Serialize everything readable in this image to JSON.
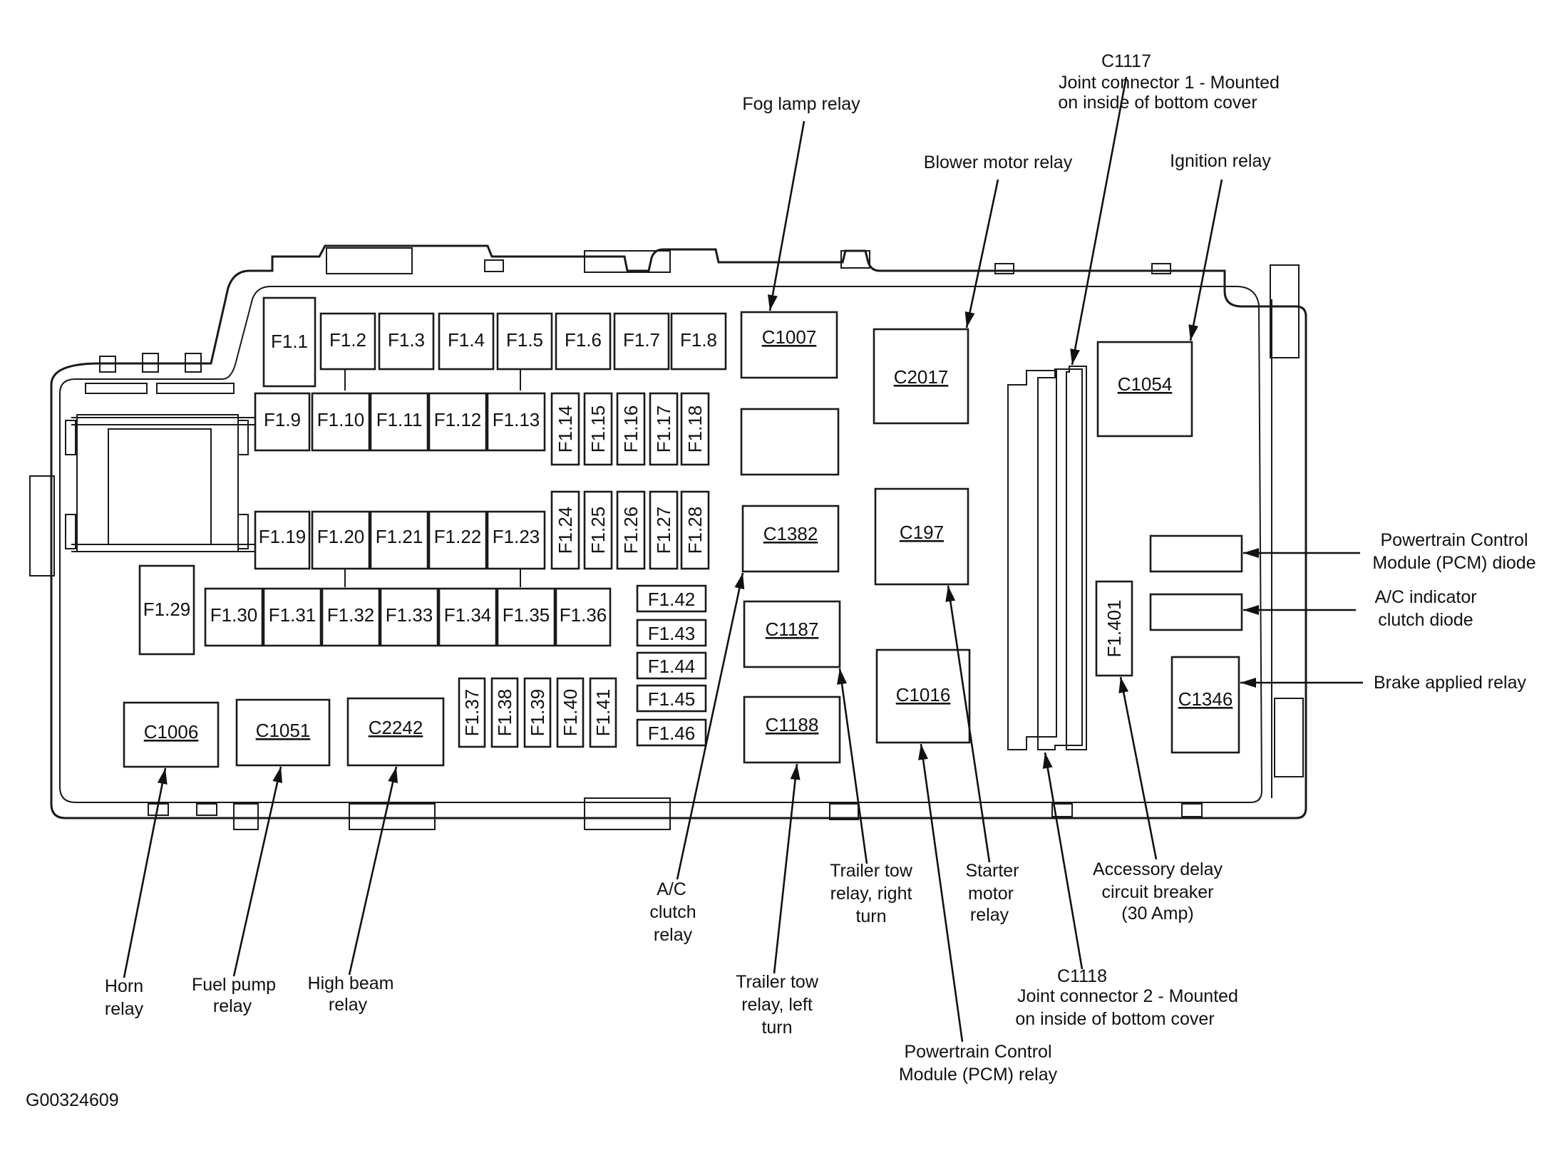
{
  "figure_id": "G00324609",
  "fuses": {
    "f1_1": "F1.1",
    "f1_2": "F1.2",
    "f1_3": "F1.3",
    "f1_4": "F1.4",
    "f1_5": "F1.5",
    "f1_6": "F1.6",
    "f1_7": "F1.7",
    "f1_8": "F1.8",
    "f1_9": "F1.9",
    "f1_10": "F1.10",
    "f1_11": "F1.11",
    "f1_12": "F1.12",
    "f1_13": "F1.13",
    "f1_14": "F1.14",
    "f1_15": "F1.15",
    "f1_16": "F1.16",
    "f1_17": "F1.17",
    "f1_18": "F1.18",
    "f1_19": "F1.19",
    "f1_20": "F1.20",
    "f1_21": "F1.21",
    "f1_22": "F1.22",
    "f1_23": "F1.23",
    "f1_24": "F1.24",
    "f1_25": "F1.25",
    "f1_26": "F1.26",
    "f1_27": "F1.27",
    "f1_28": "F1.28",
    "f1_29": "F1.29",
    "f1_30": "F1.30",
    "f1_31": "F1.31",
    "f1_32": "F1.32",
    "f1_33": "F1.33",
    "f1_34": "F1.34",
    "f1_35": "F1.35",
    "f1_36": "F1.36",
    "f1_37": "F1.37",
    "f1_38": "F1.38",
    "f1_39": "F1.39",
    "f1_40": "F1.40",
    "f1_41": "F1.41",
    "f1_42": "F1.42",
    "f1_43": "F1.43",
    "f1_44": "F1.44",
    "f1_45": "F1.45",
    "f1_46": "F1.46",
    "f1_401": "F1.401"
  },
  "connectors": {
    "c1007": "C1007",
    "c1382": "C1382",
    "c1187": "C1187",
    "c1188": "C1188",
    "c2017": "C2017",
    "c197": "C197",
    "c1016": "C1016",
    "c1054": "C1054",
    "c1346": "C1346",
    "c1006": "C1006",
    "c1051": "C1051",
    "c2242": "C2242"
  },
  "labels": {
    "c1117_title": "C1117",
    "c1117_line1": "Joint connector 1 - Mounted",
    "c1117_line2": "on inside of bottom cover",
    "fog_lamp": "Fog lamp relay",
    "blower": "Blower motor relay",
    "ignition": "Ignition relay",
    "pcm_diode_1": "Powertrain Control",
    "pcm_diode_2": "Module (PCM) diode",
    "ac_ind_1": "A/C indicator",
    "ac_ind_2": "clutch diode",
    "brake": "Brake applied relay",
    "horn_1": "Horn",
    "horn_2": "relay",
    "fuel_1": "Fuel pump",
    "fuel_2": "relay",
    "high_1": "High beam",
    "high_2": "relay",
    "ac_clutch_1": "A/C",
    "ac_clutch_2": "clutch",
    "ac_clutch_3": "relay",
    "tt_left_1": "Trailer tow",
    "tt_left_2": "relay, left",
    "tt_left_3": "turn",
    "tt_right_1": "Trailer tow",
    "tt_right_2": "relay, right",
    "tt_right_3": "turn",
    "pcm_relay_1": "Powertrain Control",
    "pcm_relay_2": "Module (PCM) relay",
    "starter_1": "Starter",
    "starter_2": "motor",
    "starter_3": "relay",
    "c1118_title": "C1118",
    "c1118_line1": "Joint connector 2 - Mounted",
    "c1118_line2": "on inside of bottom cover",
    "acc_1": "Accessory delay",
    "acc_2": "circuit breaker",
    "acc_3": "(30 Amp)"
  }
}
